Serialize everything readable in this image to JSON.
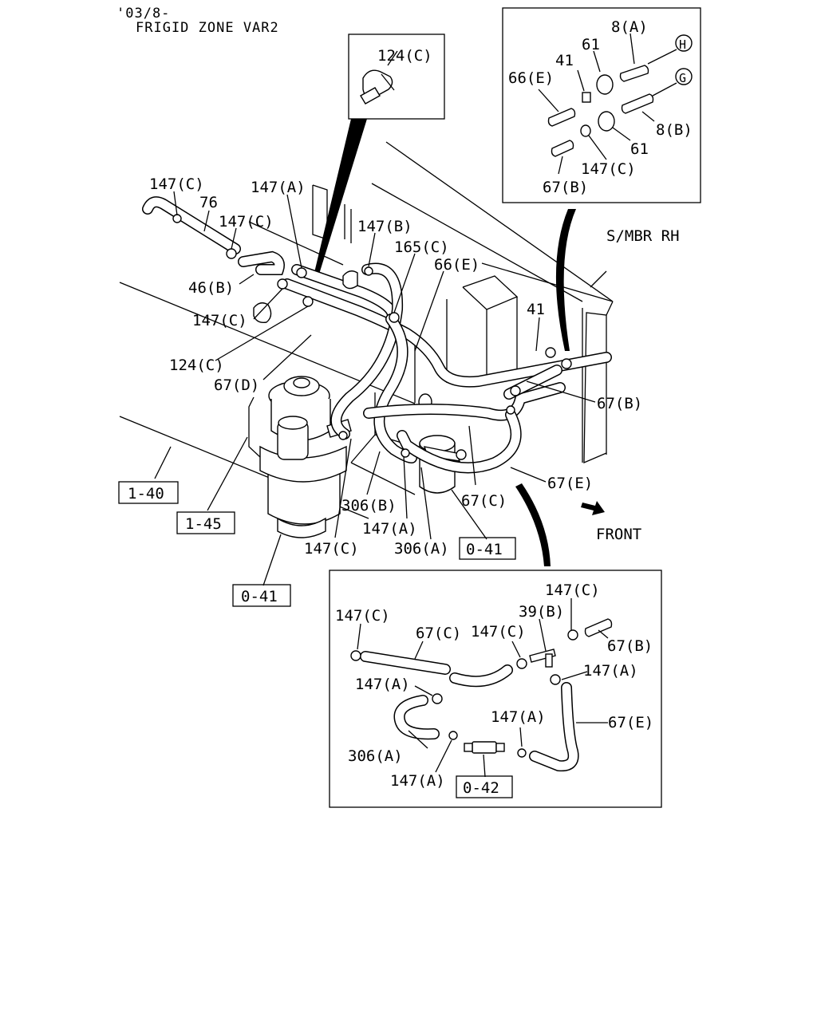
{
  "header": {
    "line1": "'03/8-",
    "line2": "FRIGID ZONE VAR2"
  },
  "labels": {
    "l124c_inset": "124(C)",
    "l8a": "8(A)",
    "l61a": "61",
    "l41a": "41",
    "l66e_inset": "66(E)",
    "l8b": "8(B)",
    "l61b": "61",
    "l147c_inset": "147(C)",
    "l67b_inset": "67(B)",
    "circ_h": "H",
    "circ_g": "G",
    "s_mbr": "S/MBR RH",
    "m147c_1": "147(C)",
    "m76": "76",
    "m147c_2": "147(C)",
    "m147a_1": "147(A)",
    "m147b": "147(B)",
    "m165c": "165(C)",
    "m66e": "66(E)",
    "m46b": "46(B)",
    "m147c_3": "147(C)",
    "m124c": "124(C)",
    "m67d": "67(D)",
    "m41": "41",
    "m67b": "67(B)",
    "m67e": "67(E)",
    "m67c": "67(C)",
    "m306b": "306(B)",
    "m147a_2": "147(A)",
    "m306a": "306(A)",
    "m147c_4": "147(C)",
    "front": "FRONT",
    "b1_40": "1-40",
    "b1_45": "1-45",
    "b0_41a": "0-41",
    "b0_41b": "0-41",
    "s147c_1": "147(C)",
    "s39b": "39(B)",
    "s147c_2": "147(C)",
    "s67c": "67(C)",
    "s147c_3": "147(C)",
    "s67b": "67(B)",
    "s147a_1": "147(A)",
    "s147a_2": "147(A)",
    "s67e": "67(E)",
    "s147a_3": "147(A)",
    "s306a": "306(A)",
    "s147a_4": "147(A)",
    "b0_42": "0-42"
  }
}
